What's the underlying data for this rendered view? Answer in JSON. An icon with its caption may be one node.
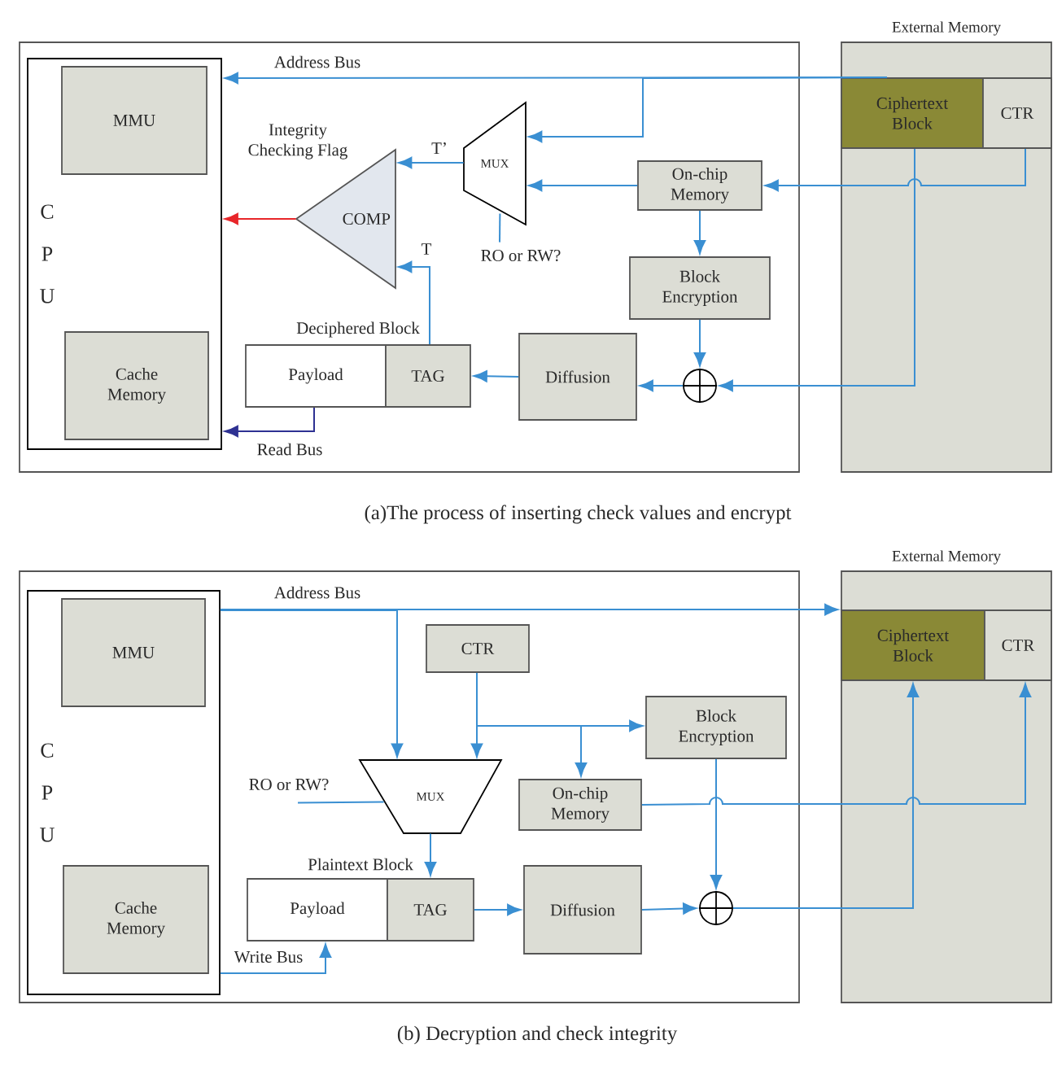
{
  "diagram": {
    "nodes": [
      {
        "text": [],
        "shape": "box"
      },
      {
        "text": [
          "C P U"
        ],
        "in": 0
      },
      {
        "text": [
          "MMU"
        ],
        "in": 1
      },
      {
        "text": [
          "Cache Memory"
        ],
        "in": 1
      },
      {
        "text": [
          "COMP"
        ],
        "in": 0
      },
      {
        "text": [
          "MUX"
        ],
        "in": 0
      },
      {
        "text": [
          "On-chip Memory"
        ],
        "in": 0
      },
      {
        "text": [
          "Block Encryption"
        ],
        "in": 0
      },
      {
        "text": [
          "Diffusion"
        ],
        "in": 0
      },
      {
        "text": [],
        "shape": "circle",
        "in": 0
      },
      {
        "text": [
          "Deciphered Block"
        ],
        "in": 0
      },
      {
        "text": [
          "Payload"
        ],
        "in": 0
      },
      {
        "text": [
          "TAG"
        ],
        "in": 0
      },
      {
        "text": [
          "External Memory"
        ]
      },
      {
        "text": [
          "Ciphertext Block"
        ],
        "in": 13
      },
      {
        "text": [
          "CTR"
        ],
        "in": 13
      },
      {
        "text": [
          "RO or RW?"
        ],
        "in": 0
      },
      {
        "text": [],
        "shape": "box"
      },
      {
        "text": [
          "C P U"
        ],
        "in": 17
      },
      {
        "text": [
          "MMU"
        ],
        "in": 18
      },
      {
        "text": [
          "Cache Memory"
        ],
        "in": 18
      },
      {
        "text": [
          "CTR"
        ],
        "in": 17
      },
      {
        "text": [
          "MUX"
        ],
        "in": 17
      },
      {
        "text": [
          "Block Encryption"
        ],
        "in": 17
      },
      {
        "text": [
          "On-chip Memory"
        ],
        "in": 17
      },
      {
        "text": [
          "Plaintext Block"
        ],
        "in": 17
      },
      {
        "text": [
          "Payload"
        ],
        "in": 17
      },
      {
        "text": [
          "TAG"
        ],
        "in": 17
      },
      {
        "text": [
          "Diffusion"
        ],
        "in": 17
      },
      {
        "text": [],
        "shape": "circle",
        "in": 17
      },
      {
        "text": [
          "External Memory"
        ]
      },
      {
        "text": [
          "Ciphertext Block"
        ],
        "in": 30
      },
      {
        "text": [
          "CTR"
        ],
        "in": 30
      },
      {
        "text": [
          "RO or RW?"
        ],
        "in": 17
      }
    ],
    "edges": [
      {
        "from": 14,
        "to": 1,
        "arrow": "to",
        "label": "Address Bus"
      },
      {
        "from": 14,
        "to": 5,
        "arrow": "to"
      },
      {
        "from": 15,
        "to": 6,
        "arrow": "to"
      },
      {
        "from": 14,
        "to": 9,
        "arrow": "to"
      },
      {
        "from": 6,
        "to": 5,
        "arrow": "to"
      },
      {
        "from": 6,
        "to": 7,
        "arrow": "to"
      },
      {
        "from": 7,
        "to": 9,
        "arrow": "to"
      },
      {
        "from": 9,
        "to": 8,
        "arrow": "to"
      },
      {
        "from": 8,
        "to": 12,
        "arrow": "to"
      },
      {
        "from": 12,
        "to": 4,
        "arrow": "to",
        "label": "T"
      },
      {
        "from": 5,
        "to": 4,
        "arrow": "to",
        "label": "T’"
      },
      {
        "from": 4,
        "to": 1,
        "arrow": "to",
        "color": "#e8262a"
      },
      {
        "from": 11,
        "to": 1,
        "arrow": "to",
        "label": "Read Bus",
        "color": "#2e3192"
      },
      {
        "from": 16,
        "to": 5,
        "arrow": "none"
      },
      {
        "from": 18,
        "to": 31,
        "arrow": "to",
        "label": "Address Bus"
      },
      {
        "from": 18,
        "to": 22,
        "arrow": "to"
      },
      {
        "from": 21,
        "to": 22,
        "arrow": "to"
      },
      {
        "from": 21,
        "to": 23,
        "arrow": "to"
      },
      {
        "from": 21,
        "to": 24,
        "arrow": "to"
      },
      {
        "from": 33,
        "to": 22,
        "arrow": "none"
      },
      {
        "from": 22,
        "to": 27,
        "arrow": "to"
      },
      {
        "from": 27,
        "to": 28,
        "arrow": "to"
      },
      {
        "from": 28,
        "to": 29,
        "arrow": "to"
      },
      {
        "from": 23,
        "to": 29,
        "arrow": "to"
      },
      {
        "from": 29,
        "to": 31,
        "arrow": "to"
      },
      {
        "from": 24,
        "to": 32,
        "arrow": "to"
      },
      {
        "from": 18,
        "to": 26,
        "arrow": "to",
        "label": "Write Bus"
      }
    ],
    "labels": [
      "Integrity Checking Flag",
      "(a)The process of inserting check values and encrypt",
      "(b) Decryption and check integrity"
    ]
  }
}
